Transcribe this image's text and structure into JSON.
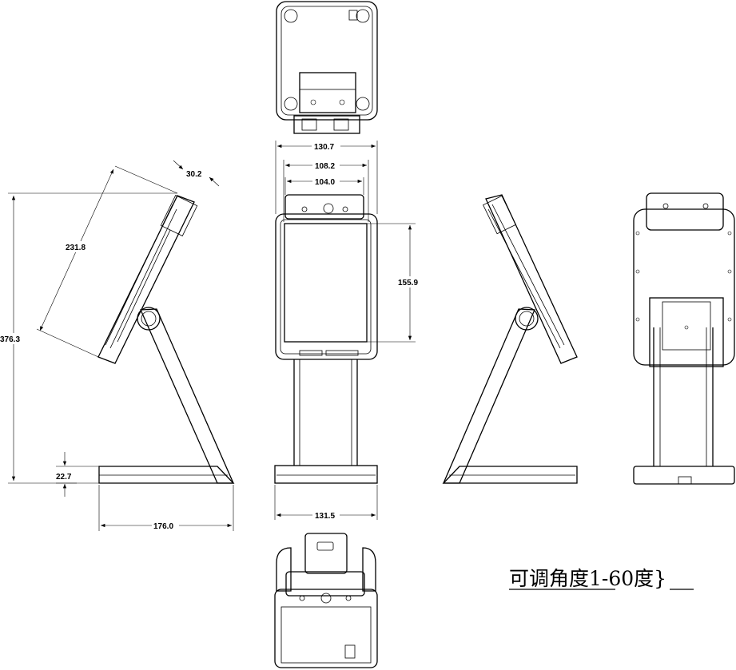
{
  "dimensions": {
    "height_total": "376.3",
    "screen_diagonal": "231.8",
    "head_depth": "30.2",
    "base_height": "22.7",
    "base_depth": "176.0",
    "width_outer": "130.7",
    "width_mid": "108.2",
    "width_inner": "104.0",
    "screen_height": "155.9",
    "base_width": "131.5"
  },
  "caption": {
    "angle_text": "可调角度1-60度}"
  }
}
